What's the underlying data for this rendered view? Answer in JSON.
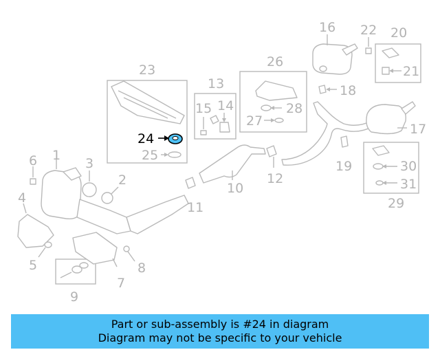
{
  "callouts": {
    "c1": "1",
    "c2": "2",
    "c3": "3",
    "c4": "4",
    "c5": "5",
    "c6": "6",
    "c7": "7",
    "c8": "8",
    "c9": "9",
    "c10": "10",
    "c11": "11",
    "c12": "12",
    "c13": "13",
    "c14": "14",
    "c15": "15",
    "c16": "16",
    "c17": "17",
    "c18": "18",
    "c19": "19",
    "c20": "20",
    "c21": "21",
    "c22": "22",
    "c23": "23",
    "c24": "24",
    "c25": "25",
    "c26": "26",
    "c27": "27",
    "c28": "28",
    "c29": "29",
    "c30": "30",
    "c31": "31"
  },
  "highlight": {
    "part": "24",
    "color": "#4fc3f7"
  },
  "footer": {
    "line1": "Part or sub-assembly is #24 in diagram",
    "line2": "Diagram may not be specific to your vehicle",
    "background": "#4fbff5"
  }
}
